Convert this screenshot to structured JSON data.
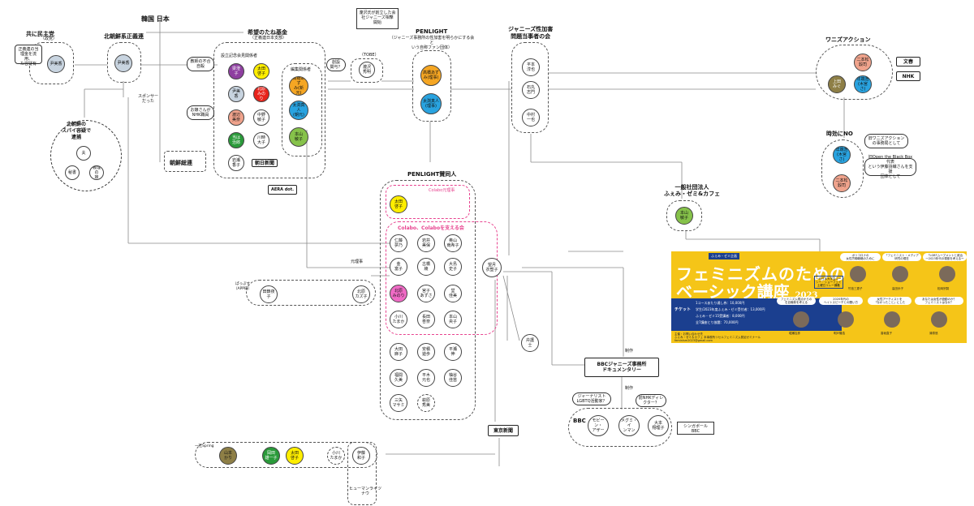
{
  "colors": {
    "purple": "#8e3fa0",
    "yellow": "#ffee00",
    "gray": "#c8d4e0",
    "red": "#e8231b",
    "orange": "#f5a623",
    "pink": "#f06bc6",
    "green": "#2a9a3a",
    "blue": "#29a3e0",
    "olive": "#8e7f46",
    "lime": "#86c24a",
    "salmon": "#f0a38c",
    "banner": "#f5c518",
    "navy": "#1b3f8f"
  },
  "top": {
    "korea_japan": "韓国 日本"
  },
  "kyowa": {
    "title": "共に民主党",
    "sub": "（政党）",
    "note": "正義連の当\n理金を流用、\nた容疑有",
    "member": "尹美香"
  },
  "kitachosen": {
    "title": "北朝鮮系正義連",
    "member": "尹美香",
    "sponsor": "スポンサー\nだった"
  },
  "spy": {
    "title": "北朝鮮の\nスパイ容疑で\n逮捕",
    "a": "夫",
    "b": "秘書",
    "c": "義理の\n妹"
  },
  "chosen_news": "朝鮮総連",
  "kibou": {
    "title": "希望のたね基金",
    "sub": "（正義連日本支部）",
    "founders_label": "設立記念会見関係者",
    "note1": "教師の不合\n自殺",
    "note2": "お嬢さんが\nNHK職員",
    "f": [
      "梁澄\n子",
      "太田\n啓子",
      "尹美香",
      "北原\nみのり",
      "渡辺\n美奈",
      "中野\n敏子",
      "当は\n治郎\n",
      "川時\n大子",
      "岩瀬\n香子"
    ],
    "editor": "編集関係者",
    "e": [
      "高橋あず\nみ(新元)",
      "太渕真人\n(朝元)",
      "本山\n敏子"
    ],
    "asahi": "朝日新聞",
    "aera": "AERA dot."
  },
  "penlight": {
    "title": "PENLIGHT",
    "sub": "（ジャニーズ事務所の性加害を明らかにする会と\nいう自称ファン団体）",
    "m1": "高橋あず\nみ(理事)",
    "m2": "太渕真人\n(理事)",
    "tobe_note": "瀧沢氏が創立した会\n社ジャニーズ相撃\n開始",
    "tobe_label": "（TOBE）",
    "tobe_member": "瀧沢\n秀明",
    "tobe_q": "創設\n関与？"
  },
  "victims": {
    "title": "ジャニーズ性加害\n問題当事者の会",
    "m": [
      "平本\n淳也",
      "石丸\n志門",
      "中村\n一也"
    ]
  },
  "wanizu": {
    "title": "ワニズアクション",
    "m": [
      "二本松\n穀司",
      "上田\nみぐ",
      "年端浩\n(木宮さ)"
    ],
    "bunshun": "文春",
    "nhk": "NHK"
  },
  "jikou": {
    "title": "時効にNO",
    "m1": "年端浩\n(木宮さ)",
    "m2": "二本松\n穀司",
    "note1": "旧ワニズアクション\nの事務局として",
    "note2": "旧Open the Black Box代表\nという伊藤詩織さんを支援\n団体として"
  },
  "fumi": {
    "title": "一般社団法人\nふぇみ・ゼミ&カフェ",
    "member": "本山\n敏子"
  },
  "supporters": {
    "title": "PENLIGHT賛同人",
    "colabo_reg": "Colabo元理事",
    "colabo_reg_m": "太田\n啓子",
    "colabo_support": "Colabo、Colaboを支える会",
    "s": [
      "仁藤\n夢乃",
      "岩井\n美保",
      "奥山\n雨希子",
      "金\n富子",
      "古橋\n綾",
      "大島\n史子",
      "北原\nみのり",
      "宮子\nあずさ",
      "堂\n佳美",
      "小川\nたまか",
      "長田\n杏奈",
      "本山\n央子"
    ],
    "o": [
      "大田\n麻子",
      "安積\n遊歩",
      "平瀬\n伸",
      "福間\n久美",
      "平木\n元也",
      "柚谷\n佳苗",
      "三矢\nマサミ",
      "萩原\n秀美"
    ],
    "gen_rijicho": "元理事",
    "mochizuki": "望月\n衣塑子",
    "gunji": "弁護\n士"
  },
  "pappu": {
    "title": "ぱっぷす\n（APP研）",
    "a": "田鎖夜子",
    "b": "北原\nカズ子"
  },
  "bbc": {
    "doc": "BBCジャニーズ事務所\nドキュメンタリー",
    "seisaku": "制作",
    "seisaku2": "制作",
    "label": "BBC",
    "journalist": "ジャーナリスト\nLGBTQ活動家？",
    "nhk_director": "前NHKディレ\nクター？",
    "singapore": "シンガポール\nBBC",
    "m": [
      "モビーン・\nアザー",
      "メグミ・イ\nンマン",
      "大本\n翔理子"
    ]
  },
  "tokyo_shinbun": "東京新聞",
  "spring": {
    "label": "一社Spring",
    "m": [
      "山本\nかり",
      "岡田\n雄一子",
      "太田\n啓子",
      "小川\nたまか",
      "伊藤\n和子"
    ],
    "human_rights": "ヒューマンライツ\nナウ"
  },
  "banner": {
    "tag": "ふぇみ・ゼミ企画",
    "title1": "フェミニズムのための",
    "title2": "ベーシック講座",
    "year": "2023",
    "intro": "一次日本大学会ユー\nシー・ショーフェミ\n土曜日リレー講義",
    "ticket": "チケット",
    "line1": "1コースあたり通し券：10,000円",
    "line2": "学生/2023年度ふぇみ・ゼミ受付者：13,000円",
    "line3": "ふぇみ・ゼミ15受講者：8,000円",
    "line4": "全7講座とり放題：70,000円",
    "foot": "主催・お問い合わせ先\nふぇみ・ゼミ＆カフェ 本事務所リセルフェミニズム発足ゼミナール\nfeminism2023@gmail.com",
    "b1": "ポリコロナの\n女性労働戦略のために",
    "b2": "「フェミニスト・メディア\n研究の現在",
    "b3": "「LGBTムーブメントと政治\n一2023年代の視座を考えるー",
    "b4": "フェミニズム視点からの\n右自権新を考える",
    "b5": "2020年代の\nヘイトスピーチとの闘い方",
    "b6": "女性アーティストを\n「なかったこと」にした",
    "b7": "あなたは女性が遊動のか？\nフェミニストはなか？",
    "n": [
      "竹信三恵子",
      "高田歩子",
      "松岡宗嗣",
      "堀瀬吉彦",
      "明戸隆浩",
      "香坂直子",
      "清原悠"
    ]
  }
}
